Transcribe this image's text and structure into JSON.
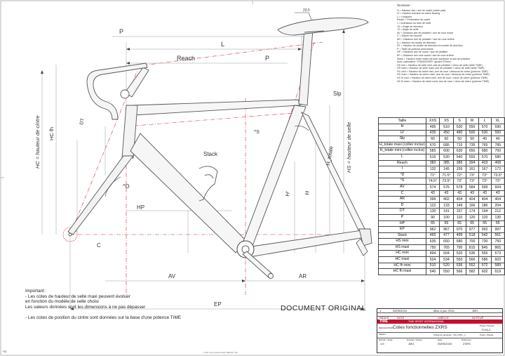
{
  "labels": {
    "p_top": "P",
    "l_top": "L",
    "reach": "Reach",
    "p_mid": "P",
    "angle_235": "23.5",
    "slp": "Slp",
    "dt": "DT",
    "angle_s": "^S",
    "stack": "Stack",
    "hc": "HC = hauteur de cintre",
    "hc_fh": "HC fh",
    "h_totale": "H_totale",
    "hs": "HS = hauteur de selle",
    "h_prime": "H'",
    "h": "H",
    "angle_d": "^D",
    "hp": "HP",
    "c": "C",
    "av": "AV",
    "ar": "AR",
    "ep": "EP"
  },
  "glossary": {
    "title": "Glossaire :",
    "lines": [
      "H = Hauteur axe / axe du cadre (cadre plat)",
      "H' = Hauteur axe/axe du cadre sloping",
      "L = Longueur",
      "Reach = Profondeur du cadre",
      "I = Inclinaison du tube de selle",
      "^D = Angle de direction",
      "^S = Angle de selle",
      "AV = Distance axe de pédalier / axe de roue avant",
      "C = Déport de fourche",
      "AR = Distance axe de pédalier / axe de roue arrière",
      "D = Hauteur de douille de direction",
      "DT = Hauteur de douille de direction et cuvette de direction",
      "P = Taille de potence préconisée",
      "HP = Distance axe de roues / axe de pédalier",
      "EP = Distance axe roue avant / axe de roue arrière",
      "Stack = Hauteur entre milieu de tube supérieur et axe de pédalier",
      "Avec calculateur \"STANDOVER\" ajouter 370mm",
      "HS min = Hauteur de selle mini, axe de pédalier / creux de selle (selle TIME)",
      "HS maxi = Hauteur de selle maxi, axe de pédalier / creux de selle (selle TIME)",
      "HC mini = Hauteur de cintre mini, axe de roue / dessous de cintre (potence TIME)",
      "HC maxi = Hauteur de cintre maxi, axe de roue / dessous de cintre (potence TIME)",
      "HC fh mini = Hauteur de cintre mini, axe de roue / creux de cintre (potence TIME)",
      "HC fh maxi = Hauteur de cintre maxi, axe de roue / creux de cintre (potence TIME)"
    ]
  },
  "table": {
    "header": [
      "Taille",
      "XXS",
      "XS",
      "S",
      "M",
      "L",
      "XL"
    ],
    "rows": [
      {
        "label": "H",
        "values": [
          "495",
          "510",
          "530",
          "550",
          "570",
          "590"
        ]
      },
      {
        "label": "H'",
        "values": [
          "435",
          "450",
          "480",
          "500",
          "530",
          "550"
        ]
      },
      {
        "label": "Slp",
        "values": [
          "60",
          "60",
          "50",
          "50",
          "40",
          "40"
        ]
      },
      {
        "label": "H_totale maxi (collier inclus)",
        "values": [
          "670",
          "685",
          "715",
          "735",
          "765",
          "785"
        ]
      },
      {
        "label": "H_totale mini (collier inclus)",
        "values": [
          "585",
          "600",
          "630",
          "650",
          "680",
          "700"
        ]
      },
      {
        "label": "L",
        "values": [
          "515",
          "530",
          "540",
          "555",
          "570",
          "580"
        ]
      },
      {
        "label": "Reach",
        "values": [
          "383",
          "385",
          "385",
          "394",
          "403",
          "408"
        ]
      },
      {
        "label": "I",
        "values": [
          "132",
          "145",
          "155",
          "161",
          "167",
          "172"
        ]
      },
      {
        "label": "°D",
        "values": [
          "71°",
          "71.5°",
          "72°",
          "73°",
          "73°",
          "73.5°"
        ]
      },
      {
        "label": "°S",
        "values": [
          "74.5°",
          "73.5°",
          "73°",
          "73°",
          "73°",
          "73°"
        ]
      },
      {
        "label": "AV",
        "values": [
          "574",
          "576",
          "578",
          "584",
          "599",
          "604"
        ]
      },
      {
        "label": "C",
        "values": [
          "43",
          "43",
          "43",
          "43",
          "43",
          "43"
        ]
      },
      {
        "label": "AR",
        "values": [
          "399",
          "402",
          "404",
          "404",
          "404",
          "404"
        ]
      },
      {
        "label": "D",
        "values": [
          "122",
          "133",
          "149",
          "166",
          "186",
          "204"
        ]
      },
      {
        "label": "DT",
        "values": [
          "130",
          "141",
          "157",
          "174",
          "194",
          "212"
        ]
      },
      {
        "label": "P",
        "values": [
          "90",
          "100",
          "110",
          "120",
          "120",
          "130"
        ]
      },
      {
        "label": "HP",
        "values": [
          "65",
          "65",
          "65",
          "65",
          "65",
          "65"
        ]
      },
      {
        "label": "EP",
        "values": [
          "962",
          "967",
          "970",
          "977",
          "992",
          "997"
        ]
      },
      {
        "label": "Stack",
        "values": [
          "465",
          "477",
          "499",
          "518",
          "542",
          "561"
        ]
      },
      {
        "label": "HS mini",
        "values": [
          "635",
          "650",
          "680",
          "700",
          "730",
          "750"
        ]
      },
      {
        "label": "HS maxi",
        "values": [
          "750",
          "765",
          "795",
          "815",
          "845",
          "865"
        ]
      },
      {
        "label": "HC mini",
        "values": [
          "494",
          "504",
          "520",
          "536",
          "556",
          "573"
        ]
      },
      {
        "label": "HC maxi",
        "values": [
          "524",
          "534",
          "550",
          "566",
          "586",
          "603"
        ]
      },
      {
        "label": "HC fh mini",
        "values": [
          "510",
          "520",
          "536",
          "552",
          "572",
          "589"
        ]
      },
      {
        "label": "HC fh maxi",
        "values": [
          "540",
          "550",
          "566",
          "582",
          "602",
          "619"
        ]
      }
    ]
  },
  "notes": {
    "title": "Important :",
    "lines": [
      "- Les cotes de hauteur de selle maxi peuvent évoluer",
      "en fonction du modèle de selle choisi",
      "Les valeurs données sont les dimensions à  ne pas dépasser",
      "",
      "- Les cotes de position du cintre sont données sur la base d'une potence TIME"
    ]
  },
  "document_original": "DOCUMENT ORIGINAL",
  "title_block": {
    "rev_index": "1",
    "rev_date": "05/05/2015",
    "rev_text": "Mise à jour 2016",
    "rev_author": "JMG",
    "col_indice": "INDICE",
    "col_date": "DATE",
    "col_libelle": "LIBELLE",
    "col_auteur": "AUTEUR",
    "brand": "TIME",
    "company": "TIME SPORT INTERNATIONAL",
    "designation_label": "DESIGNATION",
    "designation": "Cotes fonctionnelles ZXRS",
    "project_label": "Projet / Dossier",
    "project": "TC16-2",
    "matiere_label": "Matière",
    "tolerance": "Tolérance générale : ISO 2768 - m",
    "poids_label": "Poids / Weight",
    "echelle_label": "Echelle / Scale",
    "echelle": "1:5",
    "dessine_label": "Dessiné / Drawn",
    "dessine": "JMG",
    "date_label": "Date",
    "date": "05/05/2015",
    "ref_label": "Référence",
    "ref": "ZXRS"
  },
  "corner_mark": "A1",
  "footer_note": "TC21 zxrs fonctionnelle 20/04/17 JM"
}
